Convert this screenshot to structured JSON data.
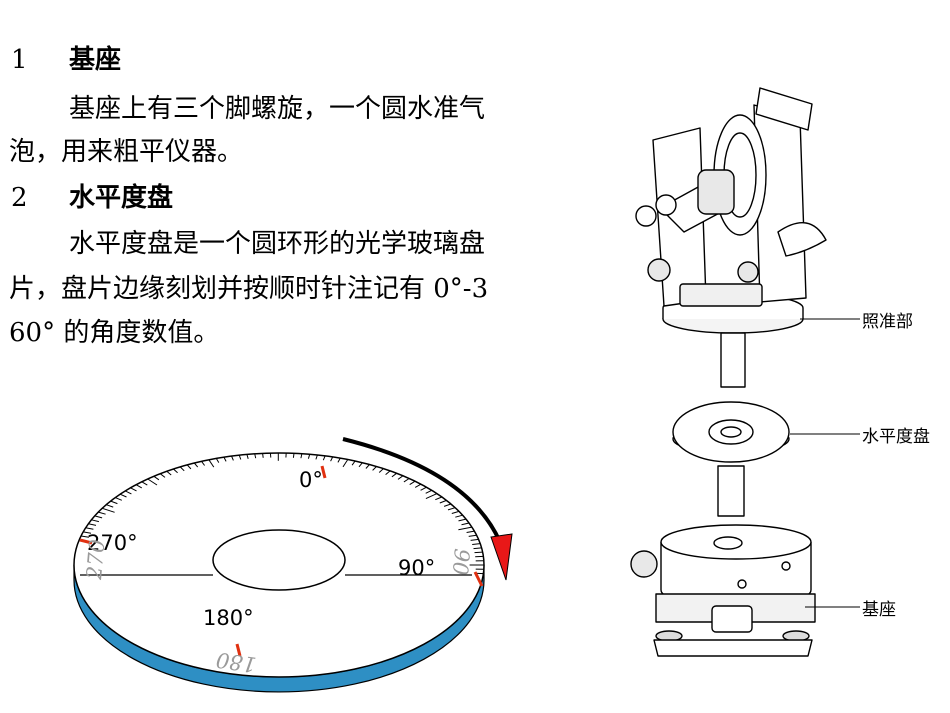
{
  "sections": [
    {
      "number": "1",
      "title": "基座",
      "lines": [
        "基座上有三个脚螺旋，一个圆水准气",
        "泡，用来粗平仪器。"
      ]
    },
    {
      "number": "2",
      "title": "水平度盘",
      "lines": [
        "水平度盘是一个圆环形的光学玻璃盘",
        "片，盘片边缘刻划并按顺时针注记有 0°-3",
        "60° 的角度数值。"
      ]
    }
  ],
  "dial": {
    "labels": [
      "0°",
      "90°",
      "180°",
      "270°"
    ],
    "edge_numbers": [
      "90",
      "180",
      "270"
    ],
    "edge_color": "#2e8fc4",
    "arrow_color": "#e81818",
    "tick_color": "#e03010"
  },
  "instrument": {
    "labels": [
      "照准部",
      "水平度盘",
      "基座"
    ]
  }
}
